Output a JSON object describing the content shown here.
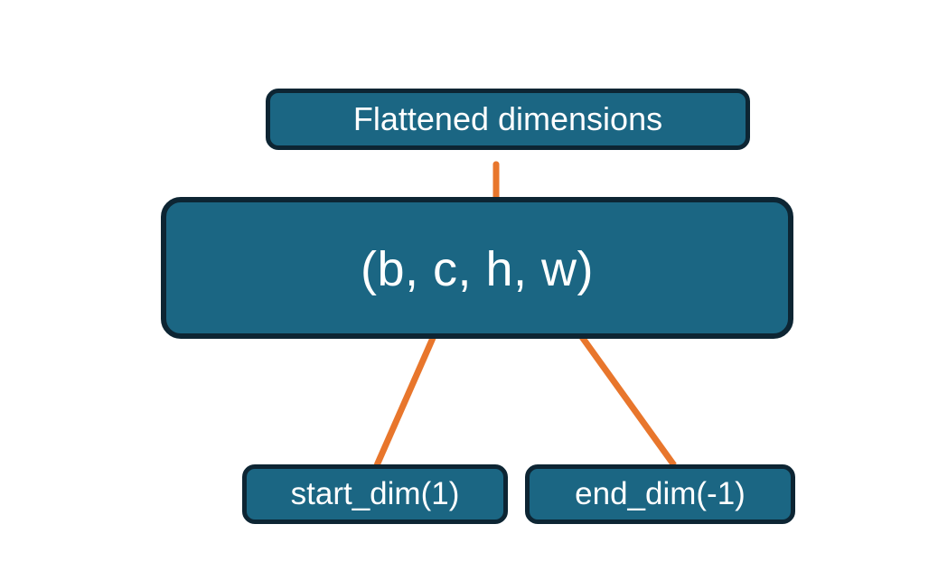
{
  "diagram": {
    "title_box": {
      "label": "Flattened dimensions",
      "name": "flattened-dimensions-box"
    },
    "shape_box": {
      "label": "(b, c, h, w)",
      "name": "tensor-shape-box",
      "dims": [
        "b",
        "c",
        "h",
        "w"
      ]
    },
    "arg_boxes": [
      {
        "label": "start_dim(1)",
        "name": "start-dim-box",
        "arg": "start_dim",
        "value": "1"
      },
      {
        "label": "end_dim(-1)",
        "name": "end-dim-box",
        "arg": "end_dim",
        "value": "-1"
      }
    ],
    "connectors": [
      {
        "name": "brace-connector",
        "from": "shape-box-dims",
        "to": "flattened-dimensions-box",
        "style": "curly-brace"
      },
      {
        "name": "start-dim-arrow",
        "from": "start-dim-box",
        "to": "shape-dim-c",
        "style": "arrow"
      },
      {
        "name": "end-dim-arrow",
        "from": "end-dim-box",
        "to": "shape-dim-w",
        "style": "arrow"
      }
    ],
    "colors": {
      "box_fill": "#1b6683",
      "box_border": "#0d2533",
      "box_text": "#ffffff",
      "accent": "#e8762c",
      "background": "#ffffff"
    }
  }
}
